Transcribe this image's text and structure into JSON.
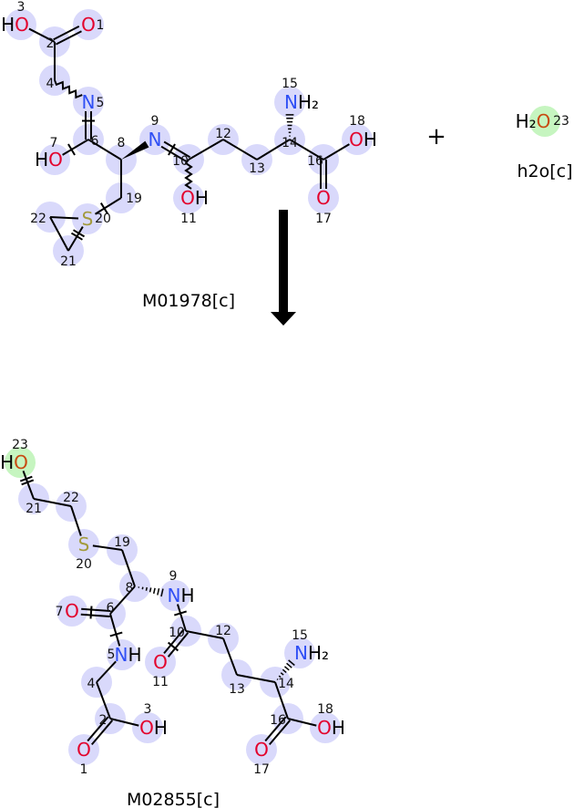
{
  "reaction": {
    "plus": "+",
    "arrow_direction": "down",
    "colors": {
      "O": "#e3002c",
      "N": "#2f4ff5",
      "S": "#a39a3c",
      "H": "#000000",
      "halo": "#d9d9fb",
      "halo_mapped": "#c6f5c0",
      "O_mapped": "#c84a10"
    }
  },
  "molecules": {
    "substrate": {
      "name": "M01978[c]",
      "atoms": [
        {
          "num": "1",
          "pre": "",
          "sym": "O",
          "post": ""
        },
        {
          "num": "2",
          "pre": "",
          "sym": "",
          "post": ""
        },
        {
          "num": "3",
          "pre": "H",
          "sym": "O",
          "post": ""
        },
        {
          "num": "4",
          "pre": "",
          "sym": "",
          "post": ""
        },
        {
          "num": "5",
          "pre": "",
          "sym": "N",
          "post": ""
        },
        {
          "num": "6",
          "pre": "",
          "sym": "",
          "post": ""
        },
        {
          "num": "7",
          "pre": "H",
          "sym": "O",
          "post": ""
        },
        {
          "num": "8",
          "pre": "",
          "sym": "",
          "post": ""
        },
        {
          "num": "9",
          "pre": "",
          "sym": "N",
          "post": ""
        },
        {
          "num": "10",
          "pre": "",
          "sym": "",
          "post": ""
        },
        {
          "num": "11",
          "pre": "",
          "sym": "O",
          "post": "H"
        },
        {
          "num": "12",
          "pre": "",
          "sym": "",
          "post": ""
        },
        {
          "num": "13",
          "pre": "",
          "sym": "",
          "post": ""
        },
        {
          "num": "14",
          "pre": "",
          "sym": "",
          "post": ""
        },
        {
          "num": "15",
          "pre": "",
          "sym": "N",
          "post": "H₂"
        },
        {
          "num": "16",
          "pre": "",
          "sym": "",
          "post": ""
        },
        {
          "num": "17",
          "pre": "",
          "sym": "O",
          "post": ""
        },
        {
          "num": "18",
          "pre": "",
          "sym": "O",
          "post": "H"
        },
        {
          "num": "19",
          "pre": "",
          "sym": "",
          "post": ""
        },
        {
          "num": "20",
          "pre": "",
          "sym": "S",
          "post": ""
        },
        {
          "num": "21",
          "pre": "",
          "sym": "",
          "post": ""
        },
        {
          "num": "22",
          "pre": "",
          "sym": "",
          "post": ""
        }
      ]
    },
    "water": {
      "name": "h2o[c]",
      "atoms": [
        {
          "num": "23",
          "pre": "H₂",
          "sym": "O",
          "post": "",
          "mapped": true
        }
      ]
    },
    "product": {
      "name": "M02855[c]",
      "atoms": [
        {
          "num": "1",
          "pre": "",
          "sym": "O",
          "post": ""
        },
        {
          "num": "2",
          "pre": "",
          "sym": "",
          "post": ""
        },
        {
          "num": "3",
          "pre": "",
          "sym": "O",
          "post": "H"
        },
        {
          "num": "4",
          "pre": "",
          "sym": "",
          "post": ""
        },
        {
          "num": "5",
          "pre": "",
          "sym": "N",
          "post": "H"
        },
        {
          "num": "6",
          "pre": "",
          "sym": "",
          "post": ""
        },
        {
          "num": "7",
          "pre": "",
          "sym": "O",
          "post": ""
        },
        {
          "num": "8",
          "pre": "",
          "sym": "",
          "post": ""
        },
        {
          "num": "9",
          "pre": "",
          "sym": "N",
          "post": "H"
        },
        {
          "num": "10",
          "pre": "",
          "sym": "",
          "post": ""
        },
        {
          "num": "11",
          "pre": "",
          "sym": "O",
          "post": ""
        },
        {
          "num": "12",
          "pre": "",
          "sym": "",
          "post": ""
        },
        {
          "num": "13",
          "pre": "",
          "sym": "",
          "post": ""
        },
        {
          "num": "14",
          "pre": "",
          "sym": "",
          "post": ""
        },
        {
          "num": "15",
          "pre": "",
          "sym": "N",
          "post": "H₂"
        },
        {
          "num": "16",
          "pre": "",
          "sym": "",
          "post": ""
        },
        {
          "num": "17",
          "pre": "",
          "sym": "O",
          "post": ""
        },
        {
          "num": "18",
          "pre": "",
          "sym": "O",
          "post": "H"
        },
        {
          "num": "19",
          "pre": "",
          "sym": "",
          "post": ""
        },
        {
          "num": "20",
          "pre": "",
          "sym": "S",
          "post": ""
        },
        {
          "num": "21",
          "pre": "",
          "sym": "",
          "post": ""
        },
        {
          "num": "22",
          "pre": "",
          "sym": "",
          "post": ""
        },
        {
          "num": "23",
          "pre": "H",
          "sym": "O",
          "post": "",
          "mapped": true
        }
      ]
    }
  }
}
